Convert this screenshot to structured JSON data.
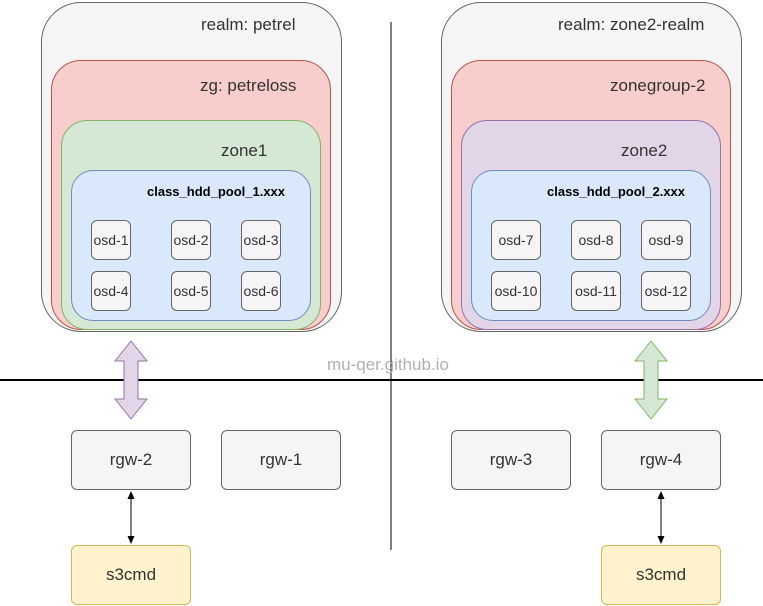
{
  "left": {
    "realm_label": "realm: petrel",
    "zonegroup_label": "zg: petreloss",
    "zone_label": "zone1",
    "pool_label": "class_hdd_pool_1.xxx",
    "osds": [
      "osd-1",
      "osd-2",
      "osd-3",
      "osd-4",
      "osd-5",
      "osd-6"
    ],
    "gateways": [
      "rgw-2",
      "rgw-1"
    ],
    "client": "s3cmd"
  },
  "right": {
    "realm_label": "realm: zone2-realm",
    "zonegroup_label": "zonegroup-2",
    "zone_label": "zone2",
    "pool_label": "class_hdd_pool_2.xxx",
    "osds": [
      "osd-7",
      "osd-8",
      "osd-9",
      "osd-10",
      "osd-11",
      "osd-12"
    ],
    "gateways": [
      "rgw-3",
      "rgw-4"
    ],
    "client": "s3cmd"
  },
  "watermark": "mu-qer.github.io",
  "colors": {
    "realm": "#f5f5f5",
    "zonegroup": "#f8cecc",
    "zone_left": "#d5e8d4",
    "zone_right": "#e1d5e7",
    "pool": "#dae8fc",
    "client": "#fff2cc",
    "arrow_left": "#e1d5e7",
    "arrow_right": "#d5e8d4"
  }
}
